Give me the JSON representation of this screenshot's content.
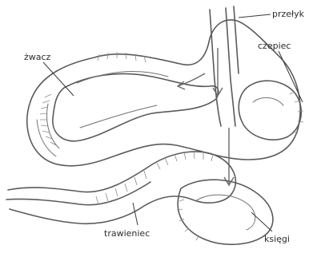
{
  "labels": {
    "esophagus": "przełyk",
    "rumen": "żwacz",
    "reticulum": "czepiec",
    "abomasum": "trawieniec",
    "omasum": "księgi"
  }
}
